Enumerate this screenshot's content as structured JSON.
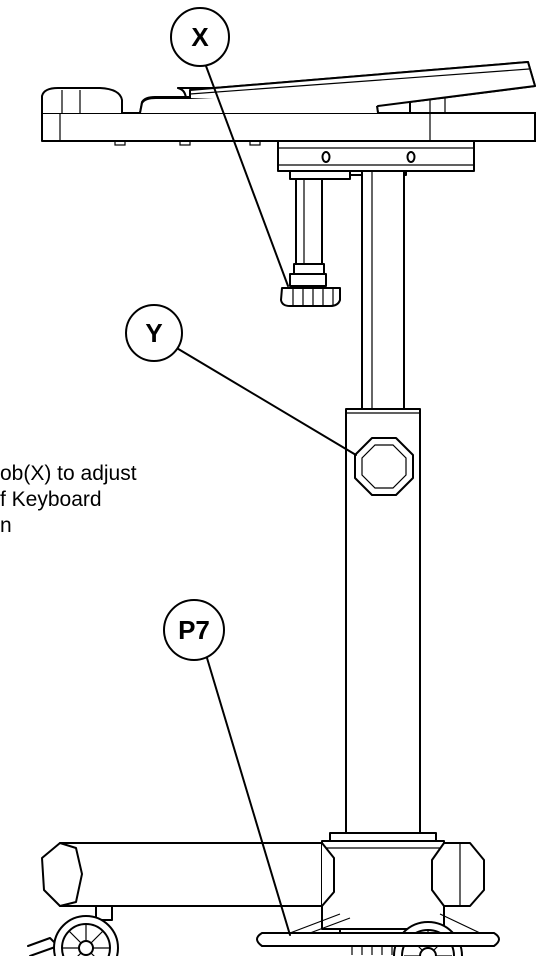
{
  "callouts": {
    "x": "X",
    "y": "Y",
    "p7": "P7"
  },
  "instruction_lines": [
    "ob(X) to adjust",
    "f Keyboard",
    "n"
  ]
}
